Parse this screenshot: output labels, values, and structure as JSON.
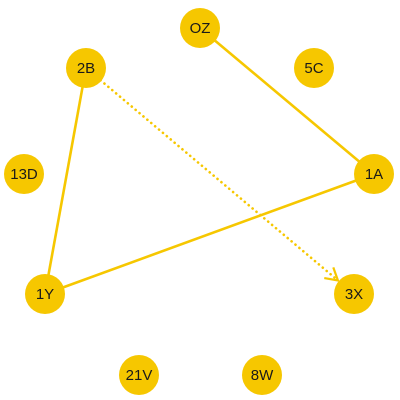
{
  "diagram": {
    "node_color": "#F6C700",
    "edge_color": "#F6C700",
    "label_color": "#1a1a1a",
    "nodes": [
      {
        "id": "OZ",
        "label": "OZ"
      },
      {
        "id": "5C",
        "label": "5C"
      },
      {
        "id": "1A",
        "label": "1A"
      },
      {
        "id": "3X",
        "label": "3X"
      },
      {
        "id": "8W",
        "label": "8W"
      },
      {
        "id": "21V",
        "label": "21V"
      },
      {
        "id": "1Y",
        "label": "1Y"
      },
      {
        "id": "13D",
        "label": "13D"
      },
      {
        "id": "2B",
        "label": "2B"
      }
    ],
    "edges": [
      {
        "from": "OZ",
        "to": "1A",
        "style": "solid",
        "arrow": false
      },
      {
        "from": "1A",
        "to": "1Y",
        "style": "solid",
        "arrow": false
      },
      {
        "from": "1Y",
        "to": "2B",
        "style": "solid",
        "arrow": false
      },
      {
        "from": "2B",
        "to": "3X",
        "style": "dotted",
        "arrow": true
      }
    ]
  }
}
